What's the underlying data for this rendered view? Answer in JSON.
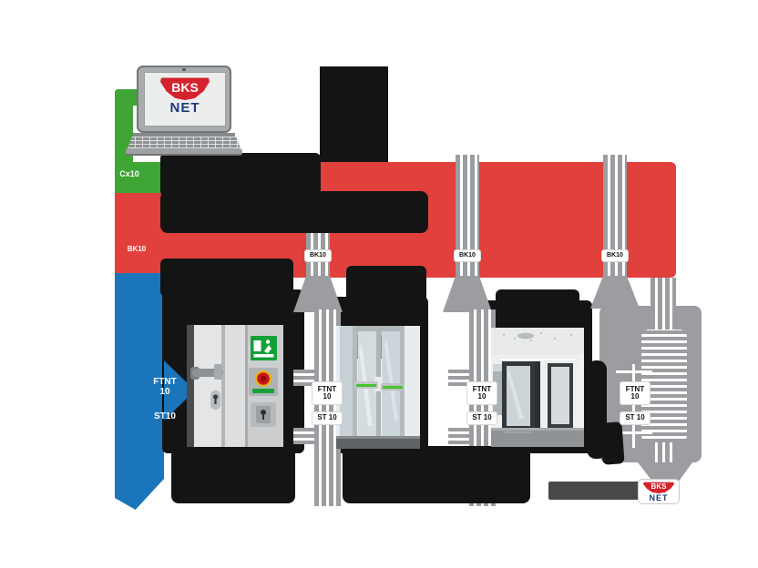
{
  "colors": {
    "green": "#3fa535",
    "red": "#e2403d",
    "blue": "#1b75bb",
    "cable_gray": "#9b9da0",
    "dark_gray": "#47484a",
    "black": "#141414",
    "logo_red": "#d5232e",
    "logo_navy": "#1f3a7d"
  },
  "laptop": {
    "logo_top": "BKS",
    "logo_bottom": "NET"
  },
  "buses": {
    "software_bus_label": "Cx10",
    "controller_bus_label": "BK10",
    "terminal_bus_label_line1": "FTNT",
    "terminal_bus_label_line2": "10",
    "terminal_bus_label_st": "ST10"
  },
  "door_controllers": [
    {
      "label": "BK10"
    },
    {
      "label": "BK10"
    },
    {
      "label": "BK10"
    }
  ],
  "door_terminals": [
    {
      "ftnt_line1": "FTNT",
      "ftnt_line2": "10",
      "st_label": "ST 10"
    },
    {
      "ftnt_line1": "FTNT",
      "ftnt_line2": "10",
      "st_label": "ST 10"
    },
    {
      "ftnt_line1": "FTNT",
      "ftnt_line2": "10",
      "st_label": "ST 10"
    }
  ],
  "footer_logo": {
    "logo_top": "BKS",
    "logo_bottom": "NET"
  }
}
